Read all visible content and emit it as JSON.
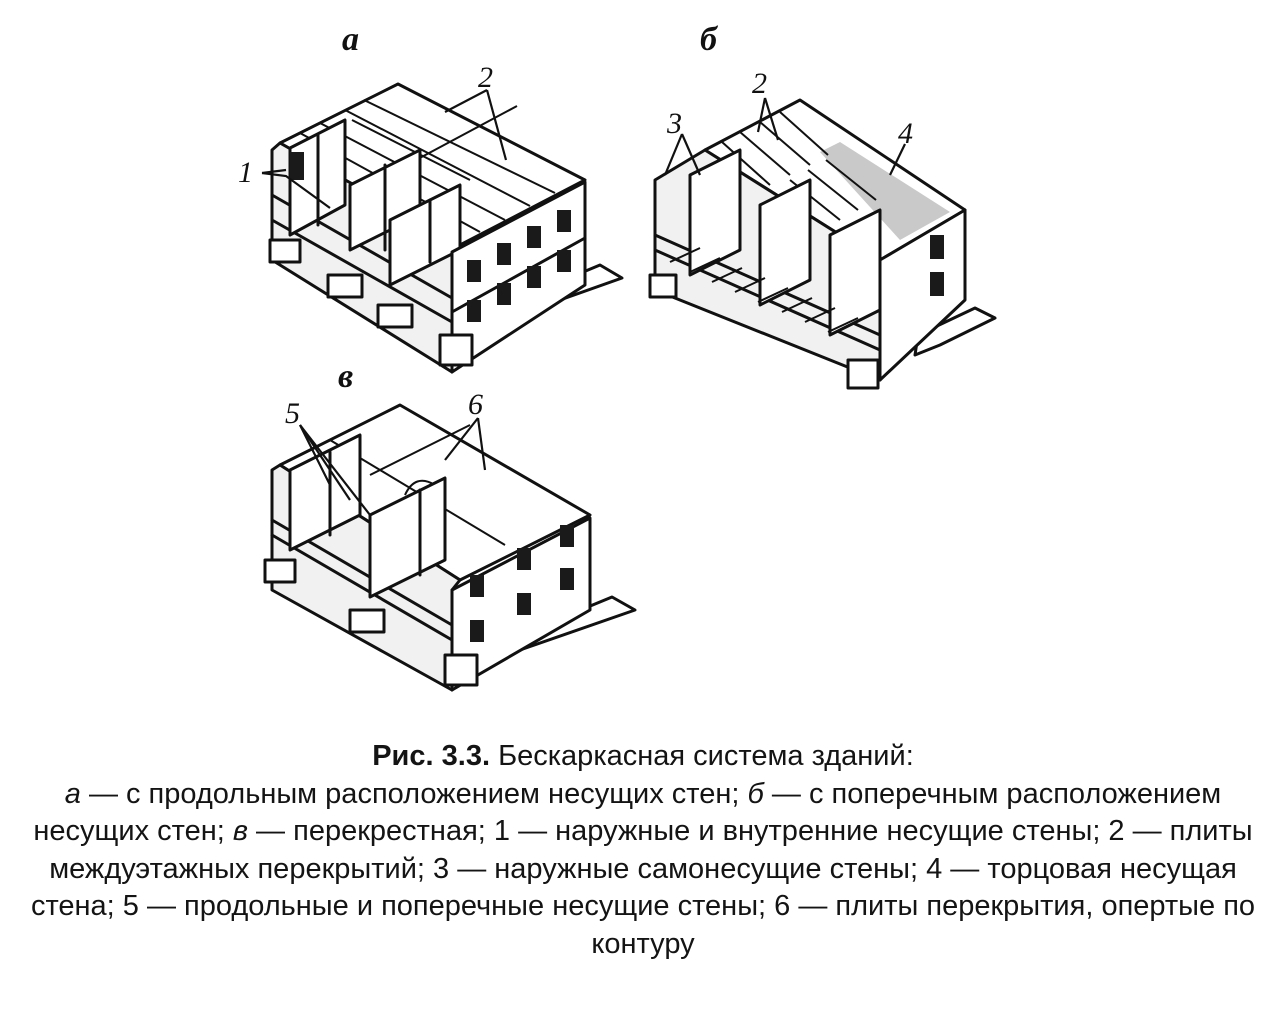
{
  "panels": {
    "a": {
      "letter": "а",
      "callouts": [
        "1",
        "2"
      ]
    },
    "b": {
      "letter": "б",
      "callouts": [
        "2",
        "3",
        "4"
      ]
    },
    "v": {
      "letter": "в",
      "callouts": [
        "5",
        "6"
      ]
    }
  },
  "caption": {
    "label": "Рис. 3.3.",
    "title": " Бескаркасная система зданий:",
    "parts": [
      {
        "letter": "а",
        "text": " — с продольным расположением несущих стен; "
      },
      {
        "letter": "б",
        "text": " — с поперечным расположением несущих стен;  "
      },
      {
        "letter": "в",
        "text": " — перекрестная; 1 — наружные и внутренние несущие стены; 2 — плиты междуэтажных перекрытий; 3 — наружные самонесущие стены; 4 — торцовая несущая стена; 5 — продольные и поперечные несущие стены; 6 — плиты перекрытия, опертые по контуру"
      }
    ]
  }
}
